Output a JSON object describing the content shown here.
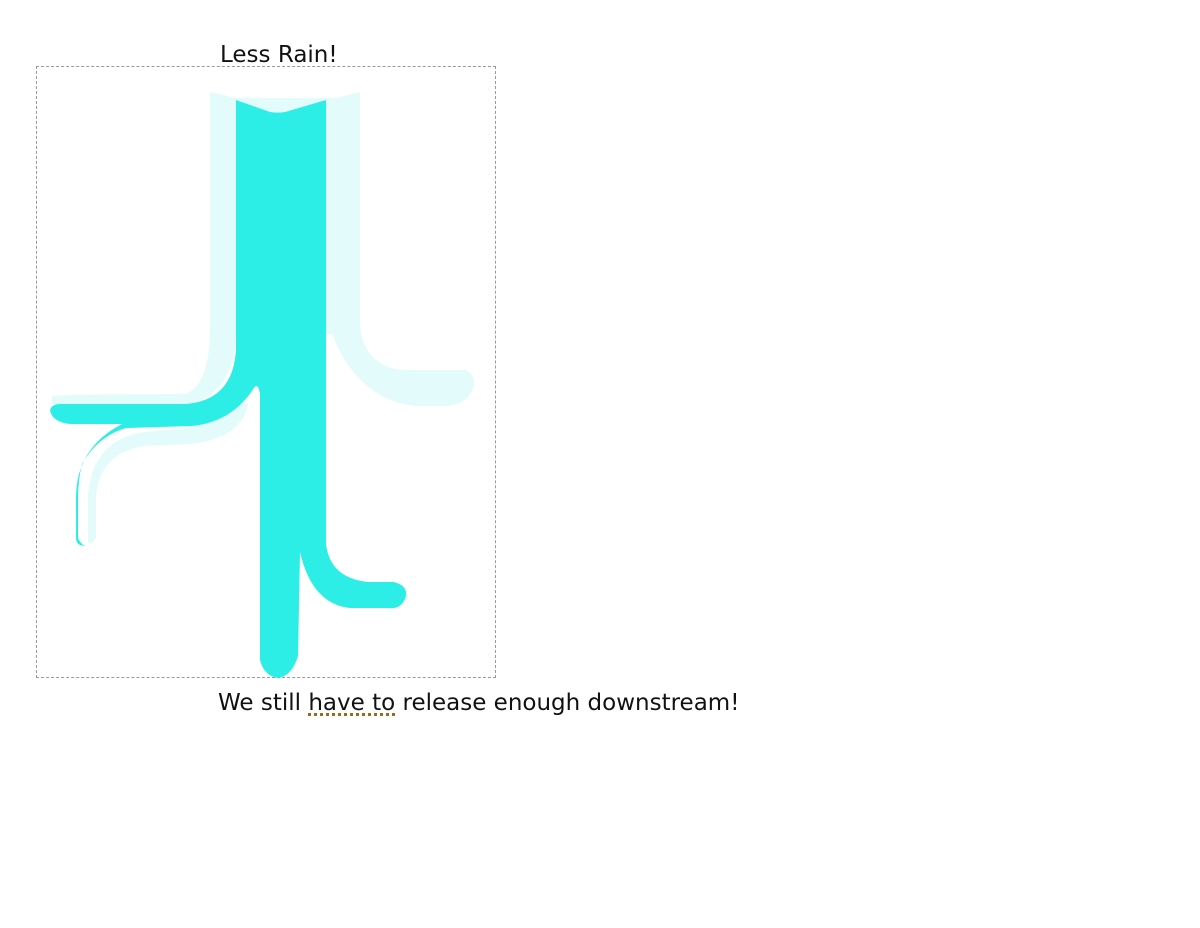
{
  "title": "Less Rain!",
  "caption": {
    "part1": "We still ",
    "flagged": "have to",
    "part2": " release enough downstream!"
  },
  "colors": {
    "river_current": "#2ceee6",
    "river_previous": "#e3fbfa",
    "frame_border": "#9a9a9a",
    "spellcheck_underline": "#9a6a1a"
  }
}
